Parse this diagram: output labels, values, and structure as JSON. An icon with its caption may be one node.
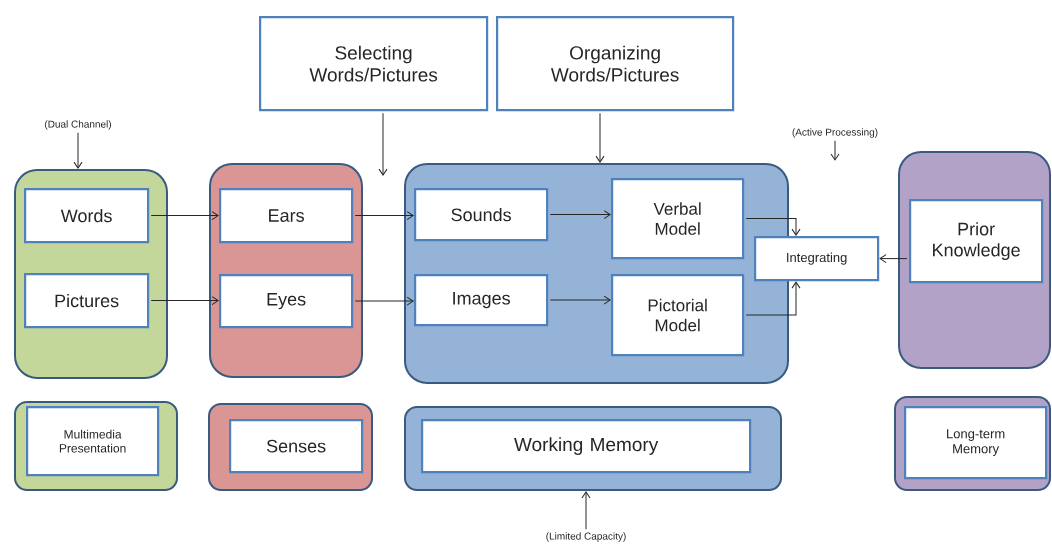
{
  "diagram": {
    "nodes": [
      {
        "text": [
          "Selecting Words/Pictures"
        ]
      },
      {
        "text": [
          "Organizing Words/Pictures"
        ]
      },
      {
        "text": [
          "(Dual Channel)"
        ]
      },
      {
        "text": [
          "(Active Processing)"
        ]
      },
      {
        "text": [],
        "shape": "box"
      },
      {
        "text": [
          "Words"
        ],
        "in": 4
      },
      {
        "text": [
          "Pictures"
        ],
        "in": 4
      },
      {
        "text": [],
        "shape": "box"
      },
      {
        "text": [
          "Ears"
        ],
        "in": 7
      },
      {
        "text": [
          "Eyes"
        ],
        "in": 7
      },
      {
        "text": [],
        "shape": "box"
      },
      {
        "text": [
          "Sounds"
        ],
        "in": 10
      },
      {
        "text": [
          "Verbal Model"
        ],
        "in": 10
      },
      {
        "text": [
          "Images"
        ],
        "in": 10
      },
      {
        "text": [
          "Pictorial Model"
        ],
        "in": 10
      },
      {
        "text": [
          "Integrating"
        ]
      },
      {
        "text": [],
        "shape": "box"
      },
      {
        "text": [
          "Prior Knowledge"
        ],
        "in": 16
      },
      {
        "text": [
          "Multimedia Presentation"
        ]
      },
      {
        "text": [
          "Senses"
        ]
      },
      {
        "text": [
          "Working Memory"
        ]
      },
      {
        "text": [
          "Long-term Memory"
        ]
      },
      {
        "text": [
          "(Limited Capacity)"
        ]
      }
    ],
    "edges": [
      {
        "from": 2,
        "to": 4,
        "arrow": "to"
      },
      {
        "from": 0,
        "to": null,
        "arrow": "to"
      },
      {
        "from": 1,
        "to": 10,
        "arrow": "to"
      },
      {
        "from": 3,
        "to": null,
        "arrow": "to"
      },
      {
        "from": 5,
        "to": 8,
        "arrow": "to"
      },
      {
        "from": 6,
        "to": 9,
        "arrow": "to"
      },
      {
        "from": 8,
        "to": 11,
        "arrow": "to"
      },
      {
        "from": 9,
        "to": 13,
        "arrow": "to"
      },
      {
        "from": 11,
        "to": 12,
        "arrow": "to"
      },
      {
        "from": 13,
        "to": 14,
        "arrow": "to"
      },
      {
        "from": 12,
        "to": 15,
        "arrow": "to"
      },
      {
        "from": 14,
        "to": 15,
        "arrow": "to"
      },
      {
        "from": 17,
        "to": 15,
        "arrow": "to"
      },
      {
        "from": 22,
        "to": 20,
        "arrow": "to"
      }
    ]
  }
}
